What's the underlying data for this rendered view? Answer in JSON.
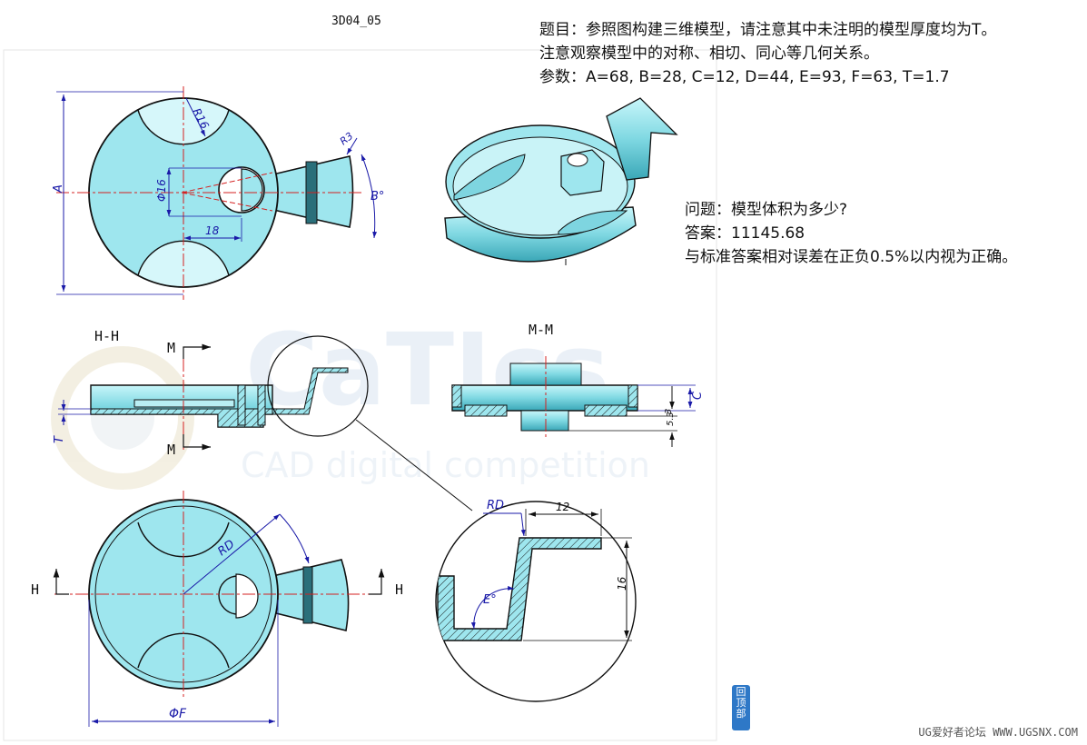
{
  "drawing_code": "3D04_05",
  "problem": {
    "line1": "题目：参照图构建三维模型，请注意其中未注明的模型厚度均为T。",
    "line2": "注意观察模型中的对称、相切、同心等几何关系。",
    "line3": "参数：A=68, B=28, C=12, D=44, E=93, F=63, T=1.7"
  },
  "question": {
    "line1": "问题：模型体积为多少?",
    "line2": "答案：11145.68",
    "line3": "与标准答案相对误差在正负0.5%以内视为正确。"
  },
  "watermark": {
    "brand": "CaTIcs",
    "tagline": "CAD digital competition"
  },
  "labels": {
    "A": "A",
    "R16": "R16",
    "R3": "R3",
    "B": "B°",
    "phi16": "Φ16",
    "d18": "18",
    "HH": "H-H",
    "MM": "M-M",
    "M": "M",
    "T": "T",
    "C": "C",
    "d3": "3",
    "d53": "5.3",
    "RD_main": "RD",
    "H": "H",
    "phiF": "ΦF",
    "RD_detail": "RD",
    "d12": "12",
    "d16": "16",
    "E": "E°"
  },
  "to_top": {
    "c1": "回",
    "c2": "顶",
    "c3": "部"
  },
  "footer": "UG爱好者论坛 WWW.UGSNX.COM",
  "colors": {
    "fill": "#9ee6ee",
    "dim": "#1a1aa8",
    "center": "#d42020",
    "line": "#111111"
  }
}
